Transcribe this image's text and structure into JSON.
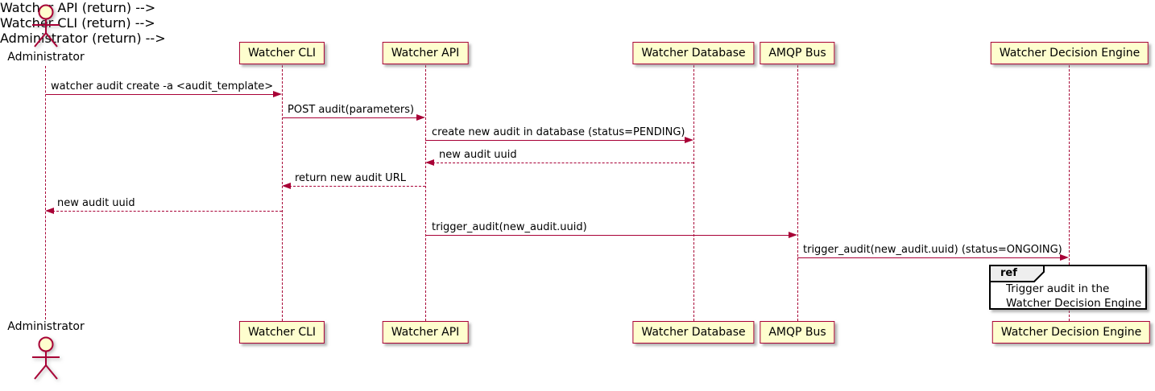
{
  "diagram_type": "plantuml-sequence",
  "colors": {
    "line": "#A80036",
    "participant_fill": "#FEFECE",
    "participant_border": "#A80036",
    "text": "#000000",
    "ref_fill": "#FFFFFF",
    "ref_border": "#000000",
    "ref_label_fill": "#EEEEEE"
  },
  "participants": [
    {
      "label": "Administrator",
      "kind": "actor"
    },
    {
      "label": "Watcher CLI",
      "kind": "participant"
    },
    {
      "label": "Watcher API",
      "kind": "participant"
    },
    {
      "label": "Watcher Database",
      "kind": "participant"
    },
    {
      "label": "AMQP Bus",
      "kind": "participant"
    },
    {
      "label": "Watcher Decision Engine",
      "kind": "participant"
    }
  ],
  "messages": [
    {
      "from": "Administrator",
      "to": "Watcher CLI",
      "label": "watcher audit create -a <audit_template>",
      "line": "solid"
    },
    {
      "from": "Watcher CLI",
      "to": "Watcher API",
      "label": "POST audit(parameters)",
      "line": "solid"
    },
    {
      "from": "Watcher API",
      "to": "Watcher Database",
      "label": "create new audit in database (status=PENDING)",
      "line": "solid"
    },
    {
      "from": "Watcher Database",
      "to": "Watcher API",
      "label": "new audit uuid",
      "line": "dashed"
    },
    {
      "from": "Watcher API",
      "to": "Watcher CLI",
      "label": "return new audit URL",
      "line": "dashed"
    },
    {
      "from": "Watcher CLI",
      "to": "Administrator",
      "label": "new audit uuid",
      "line": "dashed"
    },
    {
      "from": "Watcher API",
      "to": "AMQP Bus",
      "label": "trigger_audit(new_audit.uuid)",
      "line": "solid"
    },
    {
      "from": "AMQP Bus",
      "to": "Watcher Decision Engine",
      "label": "trigger_audit(new_audit.uuid) (status=ONGOING)",
      "line": "solid"
    }
  ],
  "ref": {
    "keyword": "ref",
    "over": "Watcher Decision Engine",
    "text_lines": [
      "Trigger audit in the",
      "Watcher Decision Engine"
    ]
  }
}
